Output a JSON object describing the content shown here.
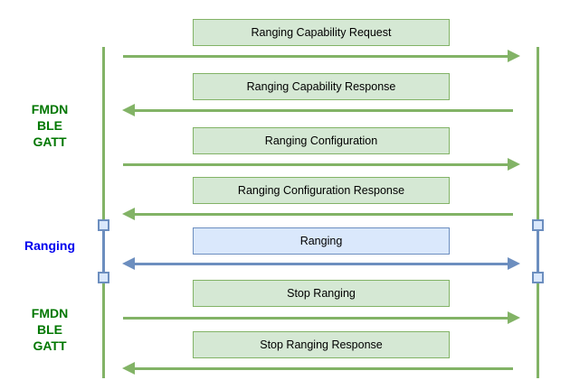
{
  "diagram": {
    "type": "sequence-diagram",
    "colors": {
      "gatt_fill": "#d5e8d4",
      "gatt_stroke": "#82b366",
      "ranging_fill": "#dae8fc",
      "ranging_stroke": "#6c8ebf",
      "gatt_section_text": "#007700",
      "ranging_section_text": "#0000ee",
      "message_text": "#000000"
    },
    "sections": [
      {
        "id": "fmdn-ble-gatt-top",
        "lines": [
          "FMDN",
          "BLE",
          "GATT"
        ]
      },
      {
        "id": "ranging",
        "lines": [
          "Ranging"
        ]
      },
      {
        "id": "fmdn-ble-gatt-bottom",
        "lines": [
          "FMDN",
          "BLE",
          "GATT"
        ]
      }
    ],
    "messages": [
      {
        "label": "Ranging Capability Request",
        "direction": "right",
        "channel": "gatt"
      },
      {
        "label": "Ranging Capability Response",
        "direction": "left",
        "channel": "gatt"
      },
      {
        "label": "Ranging Configuration",
        "direction": "right",
        "channel": "gatt"
      },
      {
        "label": "Ranging Configuration Response",
        "direction": "left",
        "channel": "gatt"
      },
      {
        "label": "Ranging",
        "direction": "both",
        "channel": "ranging"
      },
      {
        "label": "Stop Ranging",
        "direction": "right",
        "channel": "gatt"
      },
      {
        "label": "Stop Ranging Response",
        "direction": "left",
        "channel": "gatt"
      }
    ]
  }
}
